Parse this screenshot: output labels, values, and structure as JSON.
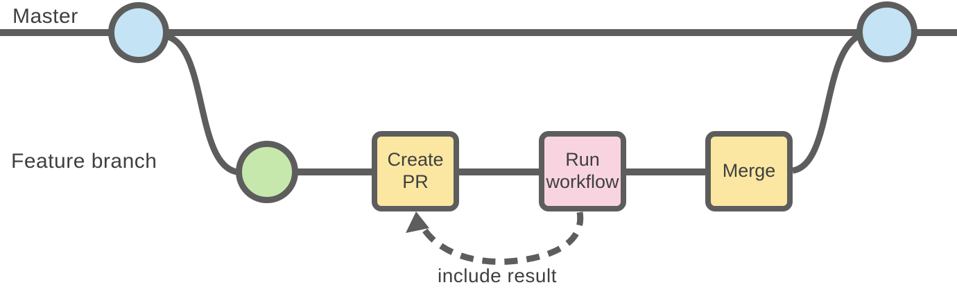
{
  "colors": {
    "stroke-color": "#5d5d5d",
    "text-color": "#3f3f3f",
    "master-commit-fill": "#c4e4f5",
    "feature-commit-fill": "#c6e8ad",
    "step-yellow-fill": "#fbe7a2",
    "step-pink-fill": "#f8d4e1"
  },
  "lanes": {
    "master": "Master",
    "feature": "Feature branch"
  },
  "nodes": {
    "create_pr": "Create\nPR",
    "run_workflow": "Run\nworkflow",
    "merge": "Merge"
  },
  "annotations": {
    "include_result": "include result"
  }
}
